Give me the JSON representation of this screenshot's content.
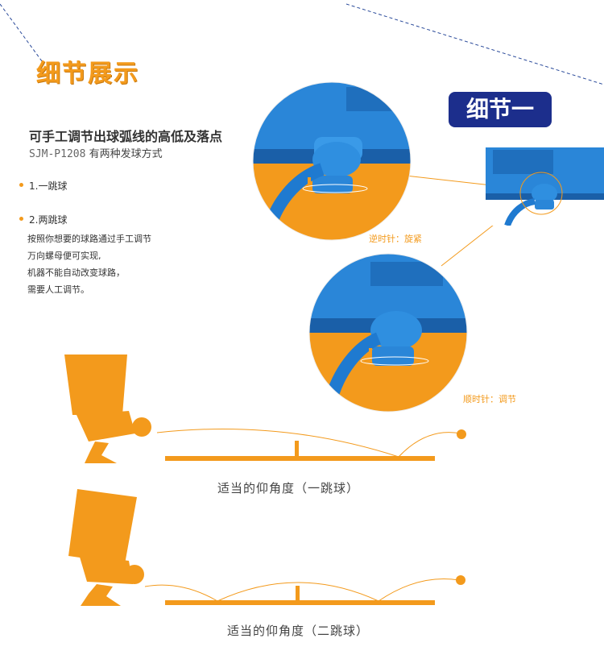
{
  "section": {
    "title": "细节展示",
    "badge": "细节一"
  },
  "intro": {
    "heading": "可手工调节出球弧线的高低及落点",
    "model": "SJM-P1208",
    "subheading_suffix": "有两种发球方式"
  },
  "modes": [
    {
      "label": "1.一跳球"
    },
    {
      "label": "2.两跳球"
    }
  ],
  "description_lines": [
    "按照你想要的球路通过手工调节",
    "万向螺母便可实现,",
    "机器不能自动改变球路，",
    "需要人工调节。"
  ],
  "detail_images": {
    "counterclockwise_caption": "逆时针：旋紧",
    "clockwise_caption": "顺时针：调节"
  },
  "diagrams": [
    {
      "caption": "适当的仰角度（一跳球）"
    },
    {
      "caption": "适当的仰角度（二跳球）"
    }
  ],
  "colors": {
    "orange": "#f39a1c",
    "navy": "#1c2e8c",
    "blue": "#2a86d8",
    "text": "#333333"
  }
}
